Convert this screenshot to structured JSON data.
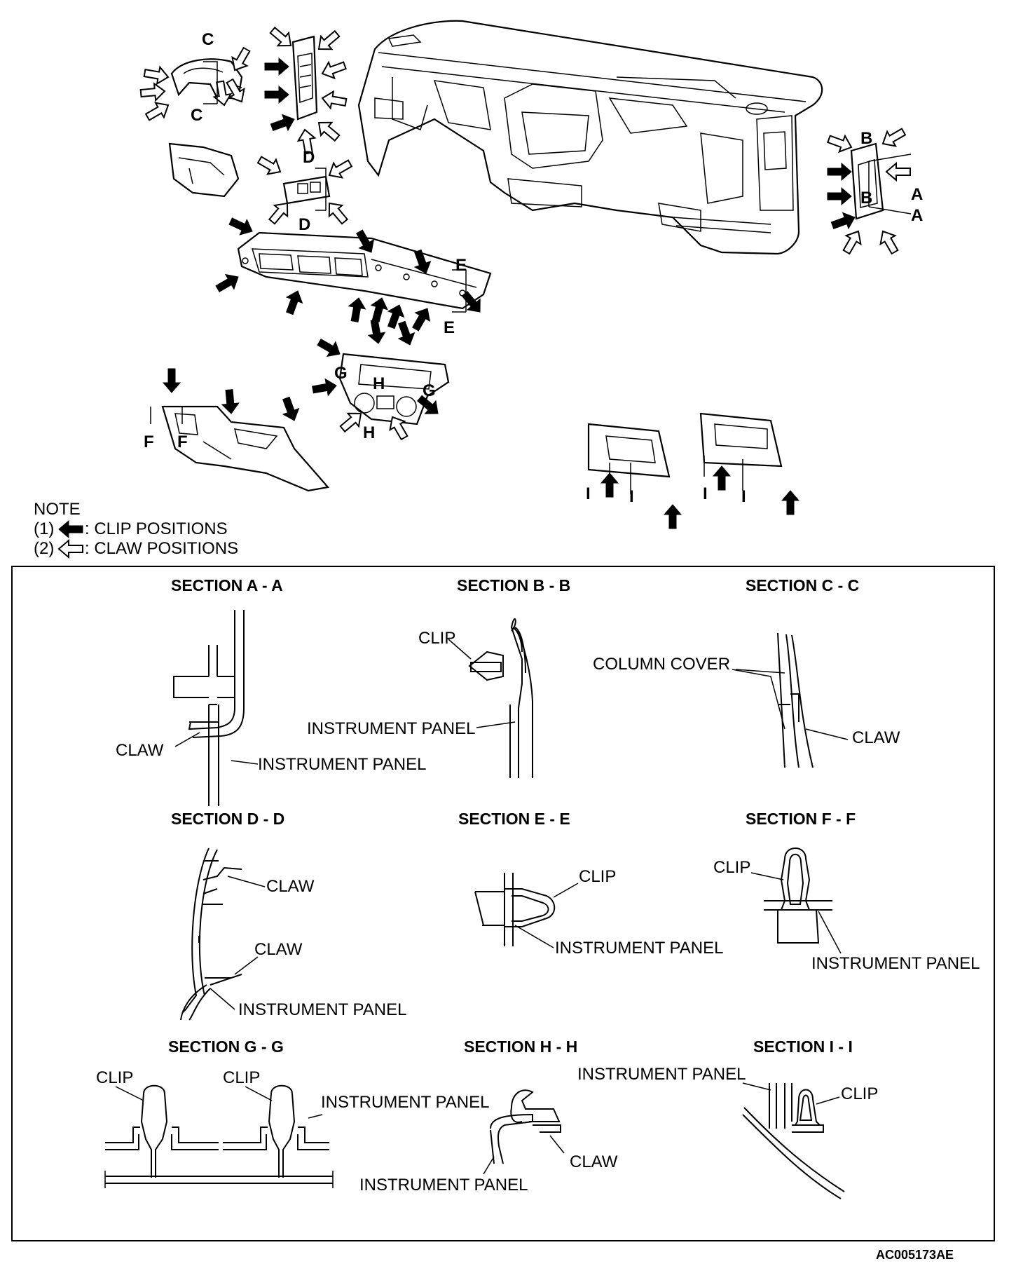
{
  "legend": {
    "title": "NOTE",
    "item1_number": "(1)",
    "item1_text": ": CLIP POSITIONS",
    "item2_number": "(2)",
    "item2_text": ": CLAW POSITIONS",
    "clip_icon": "solid-arrow-icon",
    "claw_icon": "hollow-arrow-icon"
  },
  "callouts": {
    "A": "A",
    "B": "B",
    "C": "C",
    "D": "D",
    "E": "E",
    "F": "F",
    "G": "G",
    "H": "H",
    "I": "I"
  },
  "sections": {
    "aa": {
      "title": "SECTION A - A",
      "label1": "CLAW",
      "label2": "INSTRUMENT PANEL"
    },
    "bb": {
      "title": "SECTION B - B",
      "label1": "CLIP",
      "label2": "INSTRUMENT PANEL"
    },
    "cc": {
      "title": "SECTION C - C",
      "label1": "COLUMN COVER",
      "label2": "CLAW"
    },
    "dd": {
      "title": "SECTION D - D",
      "label1": "CLAW",
      "label2": "CLAW",
      "label3": "INSTRUMENT PANEL"
    },
    "ee": {
      "title": "SECTION E - E",
      "label1": "CLIP",
      "label2": "INSTRUMENT PANEL"
    },
    "ff": {
      "title": "SECTION F - F",
      "label1": "CLIP",
      "label2": "INSTRUMENT PANEL"
    },
    "gg": {
      "title": "SECTION G - G",
      "label1": "CLIP",
      "label2": "CLIP",
      "label3": "INSTRUMENT PANEL"
    },
    "hh": {
      "title": "SECTION H - H",
      "label1": "INSTRUMENT PANEL",
      "label2": "CLAW"
    },
    "ii": {
      "title": "SECTION I - I",
      "label1": "INSTRUMENT PANEL",
      "label2": "CLIP"
    }
  },
  "figure_id": "AC005173AE"
}
